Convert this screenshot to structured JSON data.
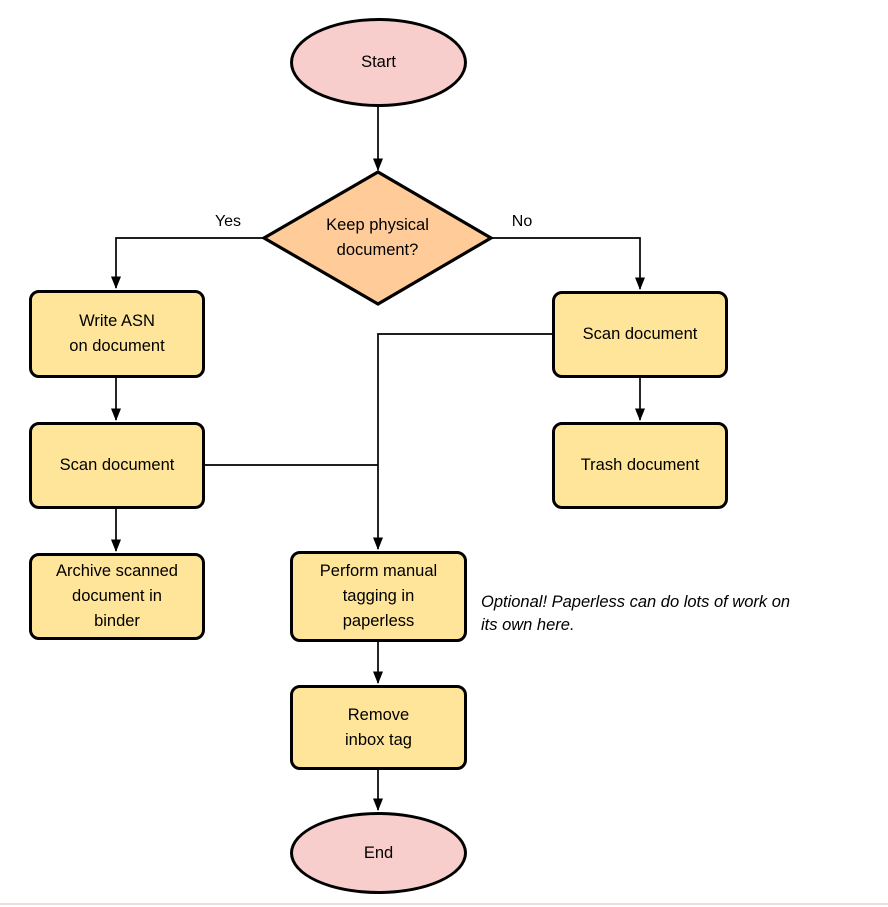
{
  "colors": {
    "background": "#FFFFFF",
    "terminal_fill": "#F8CECC",
    "decision_fill": "#FFCC99",
    "process_fill": "#FFE599",
    "stroke": "#000000"
  },
  "nodes": {
    "start": {
      "label": "Start",
      "type": "terminal"
    },
    "decision": {
      "label": "Keep physical\ndocument?",
      "type": "decision"
    },
    "write_asn": {
      "label": "Write ASN\non document",
      "type": "process"
    },
    "scan_left": {
      "label": "Scan document",
      "type": "process"
    },
    "archive": {
      "label": "Archive scanned\ndocument in\nbinder",
      "type": "process"
    },
    "scan_right": {
      "label": "Scan document",
      "type": "process"
    },
    "trash": {
      "label": "Trash document",
      "type": "process"
    },
    "tagging": {
      "label": "Perform manual\ntagging in\npaperless",
      "type": "process"
    },
    "remove_inbox": {
      "label": "Remove\ninbox tag",
      "type": "process"
    },
    "end": {
      "label": "End",
      "type": "terminal"
    }
  },
  "edge_labels": {
    "yes": "Yes",
    "no": "No"
  },
  "annotation": "Optional! Paperless can do lots of work on\nits own here."
}
